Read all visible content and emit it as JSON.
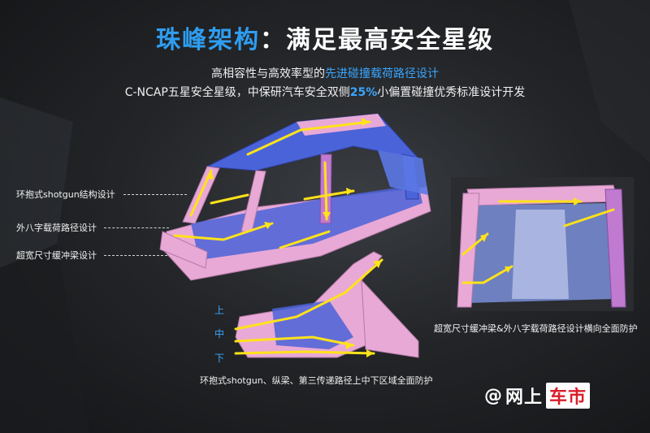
{
  "title": {
    "part1": "珠峰架构",
    "sep": "：",
    "part2": "满足最高安全星级"
  },
  "subtitle1": {
    "prefix": "高相容性与高效率型的",
    "highlight": "先进碰撞载荷路径设计"
  },
  "subtitle2": {
    "prefix": "C-NCAP五星安全星级，中保研汽车安全双侧",
    "highlight": "25%",
    "suffix": "小偏置碰撞优秀标准设计开发"
  },
  "callouts": [
    "环抱式shotgun结构设计",
    "外八字载荷路径设计",
    "超宽尺寸缓冲梁设计"
  ],
  "right_caption": "超宽尺寸缓冲梁&外八字载荷路径设计横向全面防护",
  "bottom_caption": "环抱式shotgun、纵梁、第三传递路径上中下区域全面防护",
  "level_labels": [
    "上",
    "中",
    "下"
  ],
  "watermark": {
    "at": "@",
    "part1": "网上",
    "part2": "车市"
  },
  "colors": {
    "accent_blue": "#2f9df0",
    "body_pink": "#e8a9d6",
    "body_blue": "#4a63d8",
    "arrow_yellow": "#ffe21a",
    "wm_red": "#d81e2b"
  }
}
